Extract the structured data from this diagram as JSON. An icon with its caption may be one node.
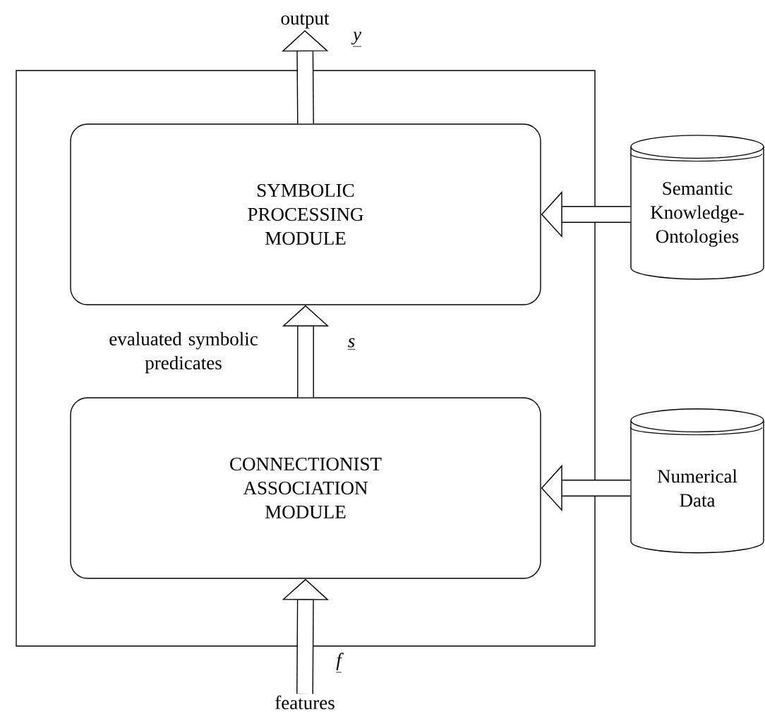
{
  "diagram": {
    "nodes": [
      {
        "text": [],
        "shape": "box"
      },
      {
        "text": [
          "SYMBOLIC PROCESSING MODULE"
        ],
        "in": 0
      },
      {
        "text": [
          "CONNECTIONIST ASSOCIATION MODULE"
        ],
        "in": 0
      },
      {
        "text": [
          "Semantic Knowledge-Ontologies"
        ]
      },
      {
        "text": [
          "Numerical Data"
        ]
      },
      {
        "text": [
          "output"
        ]
      },
      {
        "text": [
          "features"
        ]
      }
    ],
    "edges": [
      {
        "from": 1,
        "to": 5,
        "arrow": "to",
        "label": "y"
      },
      {
        "from": 2,
        "to": 1,
        "arrow": "to",
        "label": "s"
      },
      {
        "from": 6,
        "to": 2,
        "arrow": "to",
        "label": "f"
      },
      {
        "from": 3,
        "to": 1,
        "arrow": "to"
      },
      {
        "from": 4,
        "to": 2,
        "arrow": "to"
      }
    ],
    "labels": [
      "evaluated symbolic predicates"
    ]
  }
}
